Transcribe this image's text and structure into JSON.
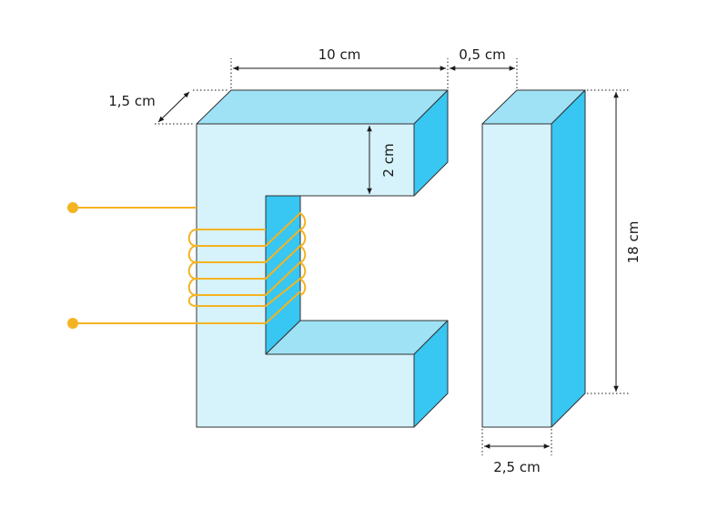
{
  "colors": {
    "front_face": "#d6f2fb",
    "top_face": "#9fe2f5",
    "side_face": "#38c6f2",
    "outline": "#333333",
    "wire": "#f4b321",
    "dimension": "#1a1a1a"
  },
  "labels": {
    "c_width": "10 cm",
    "air_gap": "0,5 cm",
    "depth": "1,5 cm",
    "arm_thickness": "2 cm",
    "height": "18 cm",
    "i_width": "2,5 cm"
  }
}
